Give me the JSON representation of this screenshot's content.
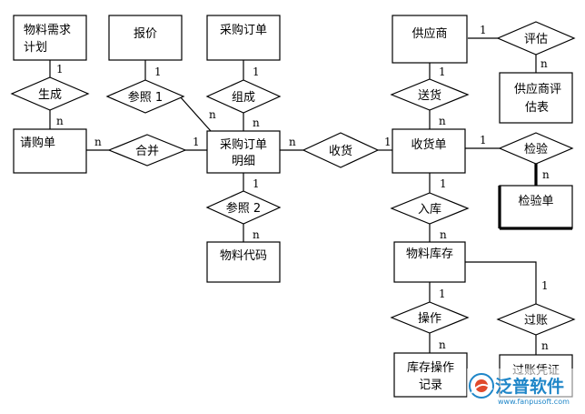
{
  "entities": {
    "material_demand_plan": [
      "物料需求",
      "计划"
    ],
    "quotation": [
      "报价"
    ],
    "purchase_order": [
      "采购订单"
    ],
    "supplier": [
      "供应商"
    ],
    "supplier_evaluation": [
      "供应商评",
      "估表"
    ],
    "requisition": [
      "请购单"
    ],
    "purchase_order_detail": [
      "采购订单",
      "明细"
    ],
    "receipt": [
      "收货单"
    ],
    "inspection": [
      "检验单"
    ],
    "material_code": [
      "物料代码"
    ],
    "inventory": [
      "物料库存"
    ],
    "inventory_record": [
      "库存操作",
      "记录"
    ],
    "posting_voucher": [
      "过账凭证"
    ]
  },
  "relationships": {
    "generate": "生成",
    "ref1": "参照 1",
    "compose": "组成",
    "deliver": "送货",
    "evaluate": "评估",
    "merge": "合并",
    "receive": "收货",
    "inspect": "检验",
    "ref2": "参照 2",
    "stock_in": "入库",
    "operate": "操作",
    "post": "过账"
  },
  "cardinality": {
    "one": "1",
    "many": "n"
  },
  "logo": {
    "name": "泛普软件",
    "url": "www.fanpusoft.com"
  }
}
